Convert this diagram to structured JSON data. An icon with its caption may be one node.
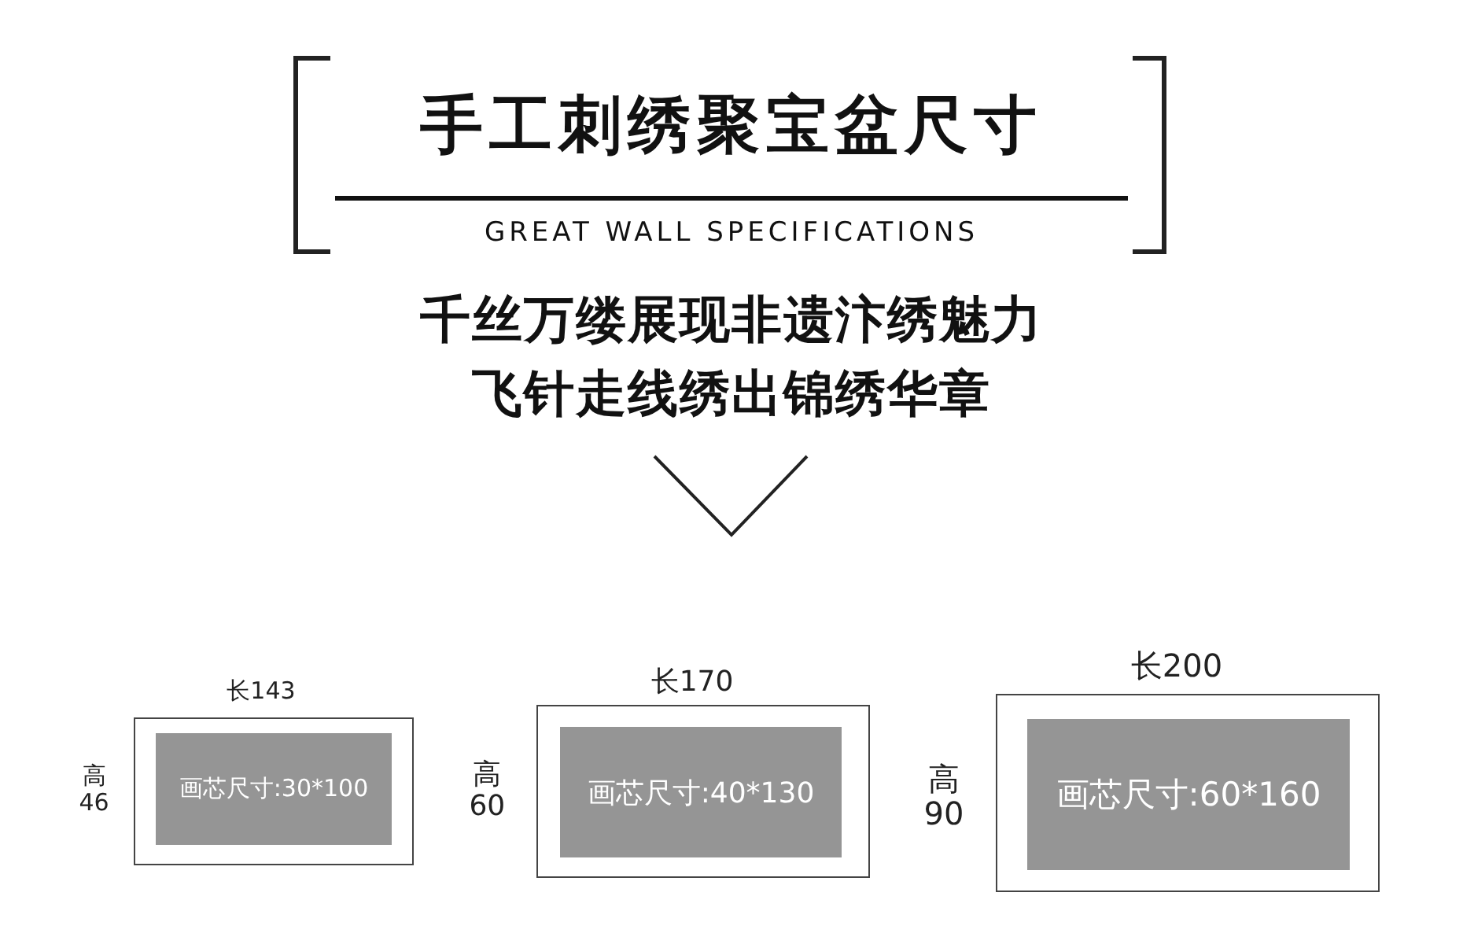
{
  "diagram": {
    "title": "手工刺绣聚宝盆尺寸",
    "nodes": [
      {
        "text": [],
        "shape": "box",
        "beside": [
          "长143",
          "高46"
        ]
      },
      {
        "text": [
          "画芯尺寸:30*100"
        ],
        "in": 0
      },
      {
        "text": [],
        "shape": "box",
        "beside": [
          "长170",
          "高60"
        ]
      },
      {
        "text": [
          "画芯尺寸:40*130"
        ],
        "in": 2
      },
      {
        "text": [],
        "shape": "box",
        "beside": [
          "长200",
          "高90"
        ]
      },
      {
        "text": [
          "画芯尺寸:60*160"
        ],
        "in": 4
      }
    ],
    "labels": [
      "GREAT WALL SPECIFICATIONS",
      "千丝万缕展现非遗汴绣魅力",
      "飞针走线绣出锦绣华章"
    ]
  }
}
